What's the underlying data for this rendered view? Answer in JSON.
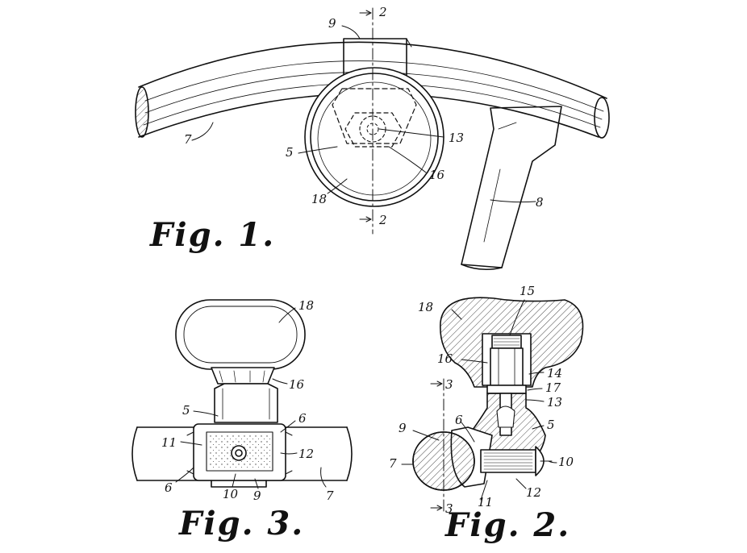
{
  "figures": {
    "fig1": {
      "caption": "Fig. 1.",
      "section_marks": [
        "2",
        "2"
      ]
    },
    "fig2": {
      "caption": "Fig. 2.",
      "section_marks": [
        "3",
        "3"
      ]
    },
    "fig3": {
      "caption": "Fig. 3."
    }
  },
  "labels": {
    "fig1": {
      "n9": "9",
      "n7": "7",
      "n5": "5",
      "n18": "18",
      "n13": "13",
      "n16": "16",
      "n8": "8"
    },
    "fig3": {
      "n18": "18",
      "n16": "16",
      "n5": "5",
      "n6a": "6",
      "n11": "11",
      "n12": "12",
      "n6b": "6",
      "n10": "10",
      "n9": "9",
      "n7": "7"
    },
    "fig2": {
      "n15": "15",
      "n18": "18",
      "n16": "16",
      "n14": "14",
      "n17": "17",
      "n13": "13",
      "n6": "6",
      "n5": "5",
      "n9": "9",
      "n7": "7",
      "n10": "10",
      "n12": "12",
      "n11": "11"
    }
  }
}
